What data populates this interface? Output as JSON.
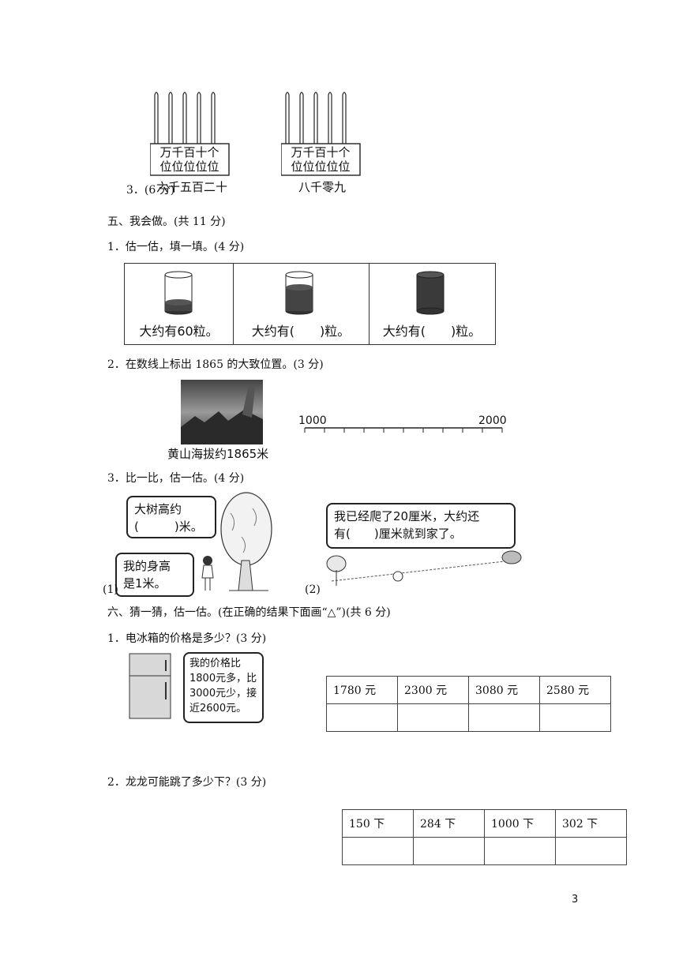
{
  "q4": {
    "item3_label": "3．(6 分)",
    "abacus_left_places": [
      "万",
      "千",
      "百",
      "十",
      "个"
    ],
    "abacus_place_suffix": "位",
    "abacus_left_caption": "六千五百二十",
    "abacus_right_caption": "八千零九"
  },
  "q5": {
    "heading": "五、我会做。(共 11 分)",
    "item1": "1．估一估，填一填。(4 分)",
    "jar_captions": [
      "大约有60粒。",
      "大约有(　　)粒。",
      "大约有(　　)粒。"
    ],
    "item2": "2．在数线上标出 1865 的大致位置。(3 分)",
    "photo_caption": "黄山海拔约1865米",
    "numberline_start": "1000",
    "numberline_end": "2000",
    "numberline_ticks": 11,
    "item3": "3．比一比，估一估。(4 分)",
    "tree_bubble": "大树高约\n(　　　)米。",
    "girl_bubble": "我的身高\n是1米。",
    "sub1": "(1)",
    "sub2": "(2)",
    "snail_bubble": "我已经爬了20厘米，大约还\n有(　　)厘米就到家了。"
  },
  "q6": {
    "heading": "六、猜一猜，估一估。(在正确的结果下面画“△”)(共 6 分)",
    "item1": "1．电冰箱的价格是多少？(3 分)",
    "fridge_bubble": "我的价格比\n1800元多，比\n3000元少，接\n近2600元。",
    "prices": [
      "1780 元",
      "2300 元",
      "3080 元",
      "2580 元"
    ],
    "item2": "2．龙龙可能跳了多少下？(3 分)",
    "jumps": [
      "150 下",
      "284 下",
      "1000 下",
      "302 下"
    ]
  },
  "page_number": "3"
}
